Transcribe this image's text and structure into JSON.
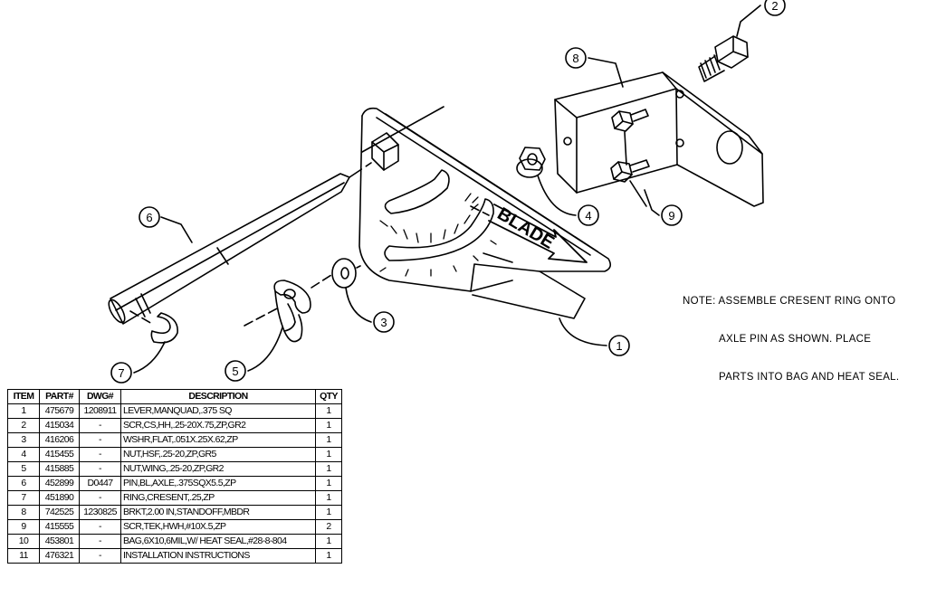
{
  "drawing": {
    "blade_label": "BLADE",
    "callouts": [
      "1",
      "2",
      "3",
      "4",
      "5",
      "6",
      "7",
      "8",
      "9"
    ]
  },
  "note": {
    "line1": "NOTE: ASSEMBLE CRESENT RING ONTO",
    "line2": "AXLE PIN AS SHOWN. PLACE",
    "line3": "PARTS INTO BAG AND HEAT SEAL."
  },
  "bom": {
    "headers": [
      "ITEM",
      "PART#",
      "DWG#",
      "DESCRIPTION",
      "QTY"
    ],
    "rows": [
      [
        "1",
        "475679",
        "1208911",
        "LEVER,MANQUAD,.375 SQ",
        "1"
      ],
      [
        "2",
        "415034",
        "-",
        "SCR,CS,HH,.25-20X.75,ZP,GR2",
        "1"
      ],
      [
        "3",
        "416206",
        "-",
        "WSHR,FLAT,.051X.25X.62,ZP",
        "1"
      ],
      [
        "4",
        "415455",
        "-",
        "NUT,HSF,.25-20,ZP,GR5",
        "1"
      ],
      [
        "5",
        "415885",
        "-",
        "NUT,WING,.25-20,ZP,GR2",
        "1"
      ],
      [
        "6",
        "452899",
        "D0447",
        "PIN,BL,AXLE,.375SQX5.5,ZP",
        "1"
      ],
      [
        "7",
        "451890",
        "-",
        "RING,CRESENT,.25,ZP",
        "1"
      ],
      [
        "8",
        "742525",
        "1230825",
        "BRKT,2.00 IN,STANDOFF,MBDR",
        "1"
      ],
      [
        "9",
        "415555",
        "-",
        "SCR,TEK,HWH,#10X.5,ZP",
        "2"
      ],
      [
        "10",
        "453801",
        "-",
        "BAG,6X10,6MIL,W/ HEAT SEAL,#28-8-804",
        "1"
      ],
      [
        "11",
        "476321",
        "-",
        "INSTALLATION INSTRUCTIONS",
        "1"
      ]
    ]
  }
}
